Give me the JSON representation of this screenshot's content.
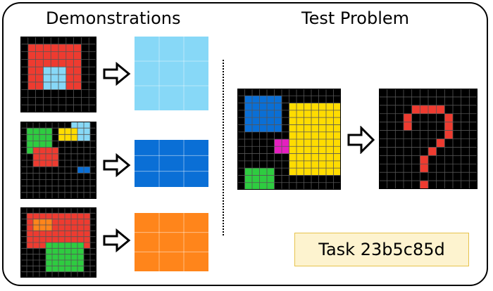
{
  "headings": {
    "demonstrations": "Demonstrations",
    "test": "Test Problem"
  },
  "task_label": "Task 23b5c85d",
  "colors": {
    "black": "#000000",
    "red": "#ee3b30",
    "lightblue": "#87d8f7",
    "green": "#2ecc40",
    "yellow": "#ffdc00",
    "blue": "#0a6fd6",
    "magenta": "#e51fbf",
    "orange": "#ff851b",
    "gridline": "#555555"
  },
  "demonstrations": [
    {
      "input": {
        "rows": 10,
        "cols": 10,
        "fill": "black",
        "rects": [
          {
            "r": 1,
            "c": 1,
            "h": 6,
            "w": 7,
            "color": "red"
          },
          {
            "r": 4,
            "c": 3,
            "h": 3,
            "w": 3,
            "color": "lightblue"
          }
        ]
      },
      "output": {
        "rows": 3,
        "cols": 3,
        "fill": "lightblue"
      }
    },
    {
      "input": {
        "rows": 12,
        "cols": 12,
        "fill": "black",
        "rects": [
          {
            "r": 1,
            "c": 1,
            "h": 4,
            "w": 4,
            "color": "green"
          },
          {
            "r": 0,
            "c": 8,
            "h": 3,
            "w": 3,
            "color": "lightblue"
          },
          {
            "r": 1,
            "c": 6,
            "h": 2,
            "w": 3,
            "color": "yellow"
          },
          {
            "r": 4,
            "c": 2,
            "h": 3,
            "w": 4,
            "color": "red"
          },
          {
            "r": 7,
            "c": 9,
            "h": 1,
            "w": 2,
            "color": "blue"
          }
        ]
      },
      "output": {
        "rows": 3,
        "cols": 3,
        "fill": "blue"
      }
    },
    {
      "input": {
        "rows": 12,
        "cols": 12,
        "fill": "black",
        "rects": [
          {
            "r": 1,
            "c": 1,
            "h": 6,
            "w": 10,
            "color": "red"
          },
          {
            "r": 2,
            "c": 2,
            "h": 2,
            "w": 3,
            "color": "orange"
          },
          {
            "r": 6,
            "c": 4,
            "h": 5,
            "w": 6,
            "color": "green"
          }
        ]
      },
      "output": {
        "rows": 3,
        "cols": 3,
        "fill": "orange"
      }
    }
  ],
  "test": {
    "input": {
      "rows": 14,
      "cols": 14,
      "fill": "black",
      "rects": [
        {
          "r": 1,
          "c": 1,
          "h": 5,
          "w": 5,
          "color": "blue"
        },
        {
          "r": 2,
          "c": 7,
          "h": 10,
          "w": 7,
          "color": "yellow"
        },
        {
          "r": 7,
          "c": 5,
          "h": 2,
          "w": 2,
          "color": "magenta"
        },
        {
          "r": 11,
          "c": 1,
          "h": 3,
          "w": 4,
          "color": "green"
        }
      ]
    },
    "output": {
      "rows": 12,
      "cols": 12,
      "fill": "black",
      "cells": [
        [
          2,
          4
        ],
        [
          2,
          5
        ],
        [
          2,
          6
        ],
        [
          2,
          7
        ],
        [
          3,
          3
        ],
        [
          3,
          8
        ],
        [
          4,
          3
        ],
        [
          4,
          8
        ],
        [
          5,
          8
        ],
        [
          6,
          7
        ],
        [
          7,
          6
        ],
        [
          8,
          5
        ],
        [
          9,
          5
        ],
        [
          11,
          5
        ]
      ],
      "cell_color": "red"
    }
  }
}
